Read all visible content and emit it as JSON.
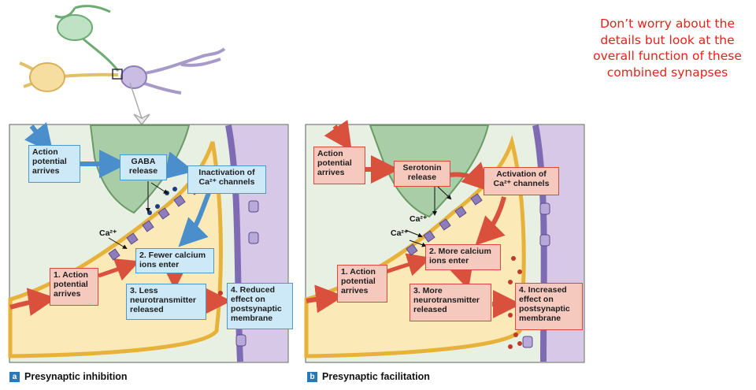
{
  "note": "Don’t worry about the details but look at the overall function of these combined synapses",
  "panel_a": {
    "letter": "a",
    "caption": "Presynaptic inhibition",
    "ap_arrives_top": "Action potential arrives",
    "gaba_release": "GABA release",
    "inactivation": "Inactivation of Ca²⁺ channels",
    "ca": "Ca²⁺",
    "step1": "1. Action potential arrives",
    "step2": "2. Fewer calcium ions enter",
    "step3": "3. Less neurotransmitter released",
    "step4": "4. Reduced effect on postsynaptic membrane"
  },
  "panel_b": {
    "letter": "b",
    "caption": "Presynaptic facilitation",
    "ap_arrives_top": "Action potential arrives",
    "serotonin_release": "Serotonin release",
    "activation": "Activation of Ca²⁺ channels",
    "ca1": "Ca²⁺",
    "ca2": "Ca²⁺",
    "step1": "1. Action potential arrives",
    "step2": "2. More calcium ions enter",
    "step3": "3. More neurotransmitter released",
    "step4": "4. Increased effect on postsynaptic membrane"
  },
  "colors": {
    "note": "#e2231a",
    "blue_box": "#cde9f8",
    "red_box": "#f6c9bf"
  }
}
